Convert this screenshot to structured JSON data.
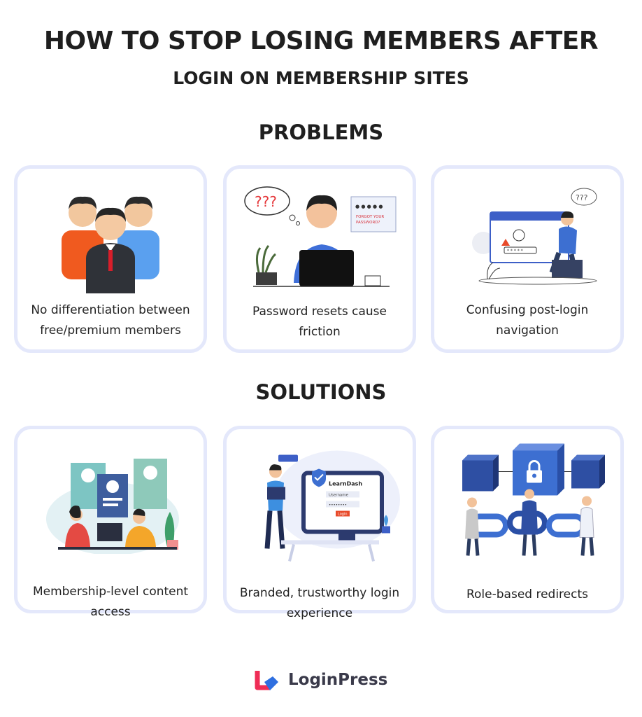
{
  "header": {
    "title_line1": "HOW TO STOP LOSING MEMBERS AFTER",
    "title_line2": "LOGIN ON MEMBERSHIP SITES"
  },
  "problems": {
    "heading": "PROBLEMS",
    "cards": [
      {
        "line1": "No differentiation between",
        "line2": "free/premium members",
        "icon": "team-members-illustration"
      },
      {
        "line1": "Password resets cause",
        "line2": "friction",
        "icon": "password-reset-illustration",
        "illustration_text": {
          "question": "???",
          "forgot_1": "FORGOT YOUR",
          "forgot_2": "PASSWORD?"
        }
      },
      {
        "line1": "Confusing post-login",
        "line2": "navigation",
        "icon": "confused-user-illustration",
        "illustration_text": {
          "question": "???"
        }
      }
    ]
  },
  "solutions": {
    "heading": "SOLUTIONS",
    "cards": [
      {
        "line1": "Membership-level content",
        "line2": "access",
        "icon": "membership-cards-illustration"
      },
      {
        "line1": "Branded, trustworthy login",
        "line2": "experience",
        "icon": "branded-login-illustration",
        "illustration_text": {
          "brand": "LearnDash",
          "username": "Username",
          "password": "••••••••",
          "button": "Login"
        }
      },
      {
        "line1": "Role-based redirects",
        "line2": "",
        "icon": "chain-blocks-illustration"
      }
    ]
  },
  "footer": {
    "brand": "LoginPress"
  },
  "colors": {
    "card_border": "#e4e8fb",
    "accent_blue": "#3d5fc7",
    "brand_red": "#ef2d56",
    "brand_blue": "#2f6fe0"
  }
}
